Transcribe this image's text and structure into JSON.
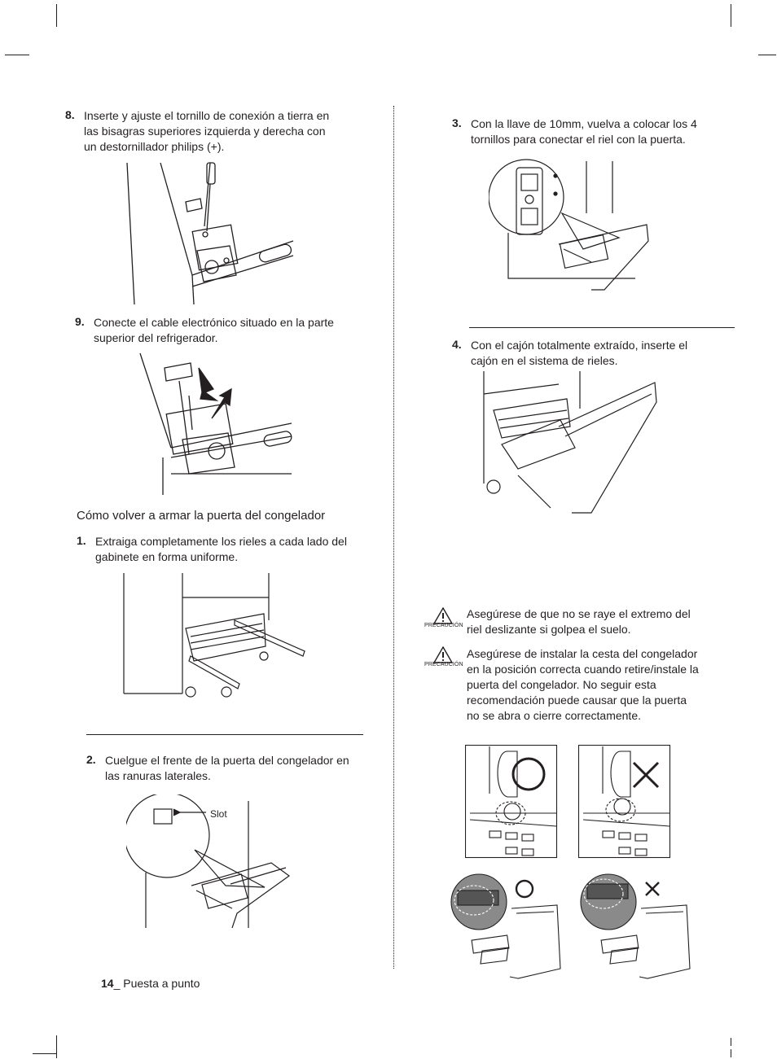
{
  "left_column": {
    "step8": {
      "number": "8.",
      "text": "Inserte y ajuste el tornillo de conexión a tierra en las bisagras superiores izquierda y derecha con un destornillador philips (+)."
    },
    "step9": {
      "number": "9.",
      "text": "Conecte el cable electrónico situado en la parte superior del refrigerador."
    },
    "section_heading": "Cómo volver a armar la puerta del congelador",
    "step1": {
      "number": "1.",
      "text": "Extraiga completamente los rieles a cada lado del gabinete en forma uniforme."
    },
    "step2": {
      "number": "2.",
      "text": "Cuelgue el frente de la puerta del congelador en las ranuras laterales."
    },
    "slot_label": "Slot"
  },
  "right_column": {
    "step3": {
      "number": "3.",
      "text": "Con la llave de 10mm, vuelva a colocar los 4 tornillos para conectar el riel con la puerta."
    },
    "step4": {
      "number": "4.",
      "text": "Con el cajón totalmente extraído, inserte el cajón en el sistema de rieles."
    },
    "caution1": {
      "icon_label": "PRECAUCIÓN",
      "text": "Asegúrese de que no se raye el extremo del riel deslizante si golpea el suelo."
    },
    "caution2": {
      "icon_label": "PRECAUCIÓN",
      "text": "Asegúrese de instalar la cesta del congelador en la posición correcta cuando retire/instale la puerta del congelador. No seguir esta recomendación puede causar que la puerta no se abra o cierre correctamente."
    }
  },
  "footer": {
    "page_number": "14",
    "separator": "_ ",
    "section": "Puesta a punto"
  }
}
